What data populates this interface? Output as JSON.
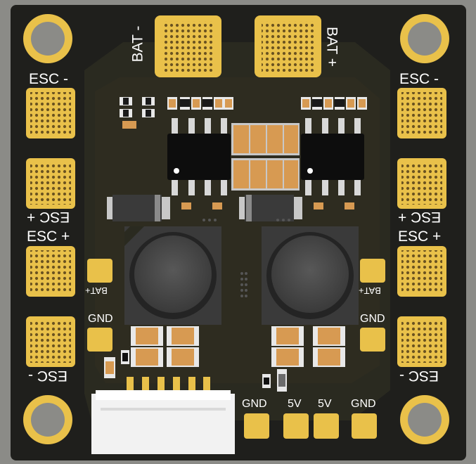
{
  "colors": {
    "background": "#8b8b87",
    "board": "#1f1f1c",
    "copper_pour": "#2a2a1f",
    "gold": "#e9c14a",
    "silkscreen": "#ffffff",
    "chip": "#0d0d0d",
    "capacitor": "#d79a52",
    "connector": "#f2f2f2"
  },
  "labels": {
    "bat_minus": "BAT -",
    "bat_plus": "BAT +",
    "esc_minus_tl": "ESC -",
    "esc_plus_l_flipped": "ESC +",
    "esc_plus_l": "ESC +",
    "esc_minus_l_flipped": "ESC -",
    "esc_minus_tr": "ESC -",
    "esc_plus_r_flipped": "ESC +",
    "esc_plus_r": "ESC +",
    "esc_minus_r_flipped": "ESC -",
    "bat_small_left": "BAT+",
    "bat_small_right": "BAT+",
    "gnd_left": "GND",
    "gnd_right": "GND",
    "gnd_bottom_1": "GND",
    "v5_1": "5V",
    "v5_2": "5V",
    "gnd_bottom_2": "GND"
  }
}
